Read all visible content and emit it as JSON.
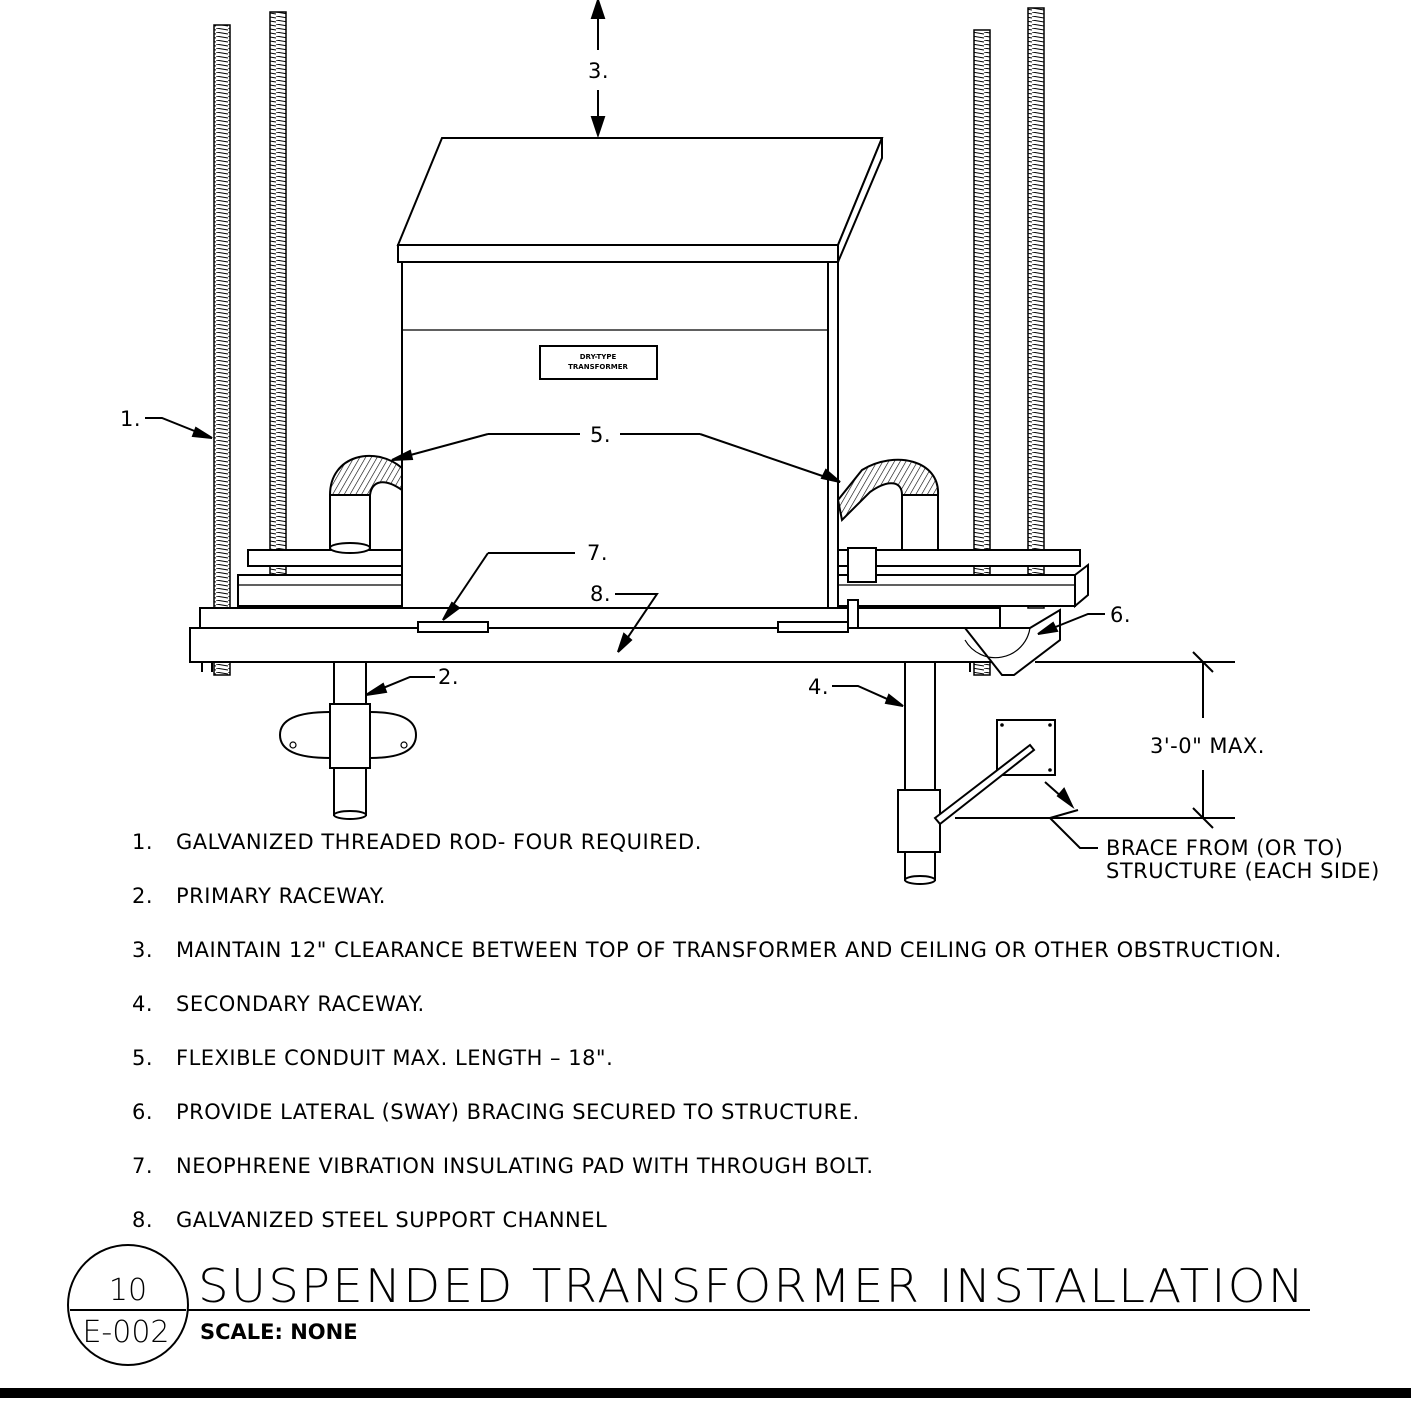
{
  "diagram": {
    "label": "DRY-TYPE TRANSFORMER",
    "label_line1": "DRY-TYPE",
    "label_line2": "TRANSFORMER",
    "callouts": {
      "c1": "1.",
      "c2": "2.",
      "c3": "3.",
      "c4": "4.",
      "c5": "5.",
      "c6": "6.",
      "c7": "7.",
      "c8": "8."
    },
    "dimension": "3'-0\" MAX.",
    "brace_note_line1": "BRACE FROM (OR TO)",
    "brace_note_line2": "STRUCTURE (EACH SIDE)"
  },
  "notes": [
    {
      "num": "1.",
      "text": "GALVANIZED THREADED ROD- FOUR REQUIRED."
    },
    {
      "num": "2.",
      "text": "PRIMARY RACEWAY."
    },
    {
      "num": "3.",
      "text": "MAINTAIN 12\" CLEARANCE BETWEEN TOP OF TRANSFORMER AND CEILING OR OTHER OBSTRUCTION."
    },
    {
      "num": "4.",
      "text": "SECONDARY RACEWAY."
    },
    {
      "num": "5.",
      "text": "FLEXIBLE CONDUIT MAX. LENGTH – 18\"."
    },
    {
      "num": "6.",
      "text": "PROVIDE LATERAL (SWAY) BRACING SECURED TO STRUCTURE."
    },
    {
      "num": "7.",
      "text": "NEOPHRENE VIBRATION INSULATING PAD WITH THROUGH BOLT."
    },
    {
      "num": "8.",
      "text": "GALVANIZED STEEL SUPPORT CHANNEL"
    }
  ],
  "title_block": {
    "detail_number": "10",
    "sheet_number": "E-002",
    "title": "SUSPENDED TRANSFORMER INSTALLATION",
    "scale": "SCALE: NONE"
  }
}
